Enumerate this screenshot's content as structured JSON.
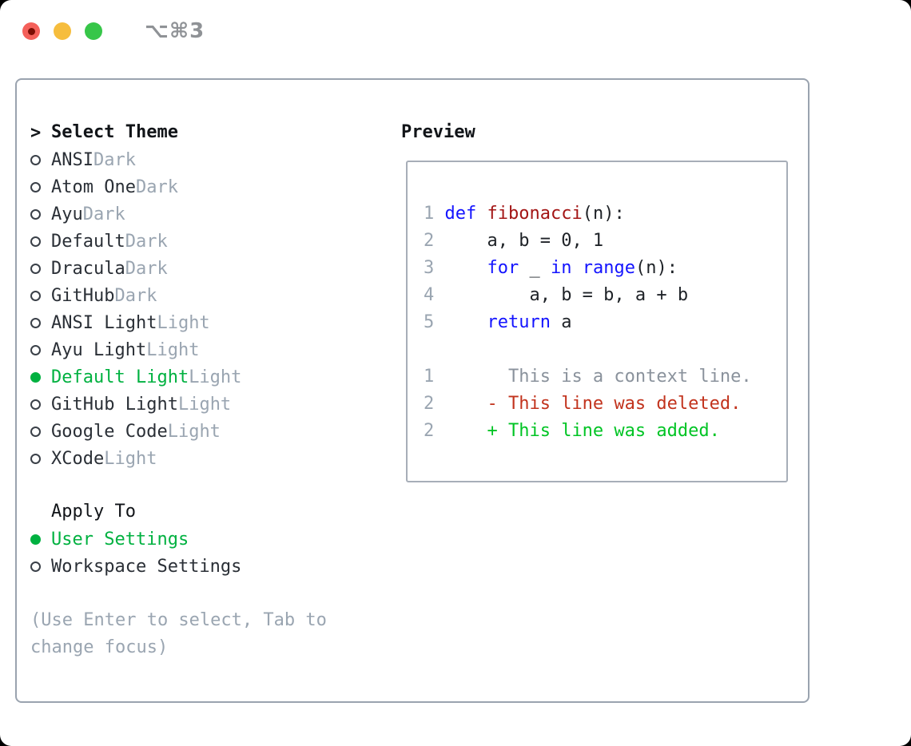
{
  "window": {
    "shortcut": "⌥⌘3"
  },
  "colors": {
    "selection_green": "#00b140",
    "keyword_blue": "#1414ff",
    "function_red": "#a31515",
    "diff_deleted_red": "#c2331d",
    "diff_added_green": "#00c424",
    "muted_gray": "#9aa5b1",
    "panel_border": "#9aa3af",
    "traffic_red": "#f4605a",
    "traffic_yellow": "#f6bd3d",
    "traffic_green": "#37c649"
  },
  "theme_selector": {
    "prefix": ">",
    "title": "Select Theme",
    "items": [
      {
        "name": "ANSI",
        "variant": "Dark",
        "selected": false
      },
      {
        "name": "Atom One",
        "variant": "Dark",
        "selected": false
      },
      {
        "name": "Ayu",
        "variant": "Dark",
        "selected": false
      },
      {
        "name": "Default",
        "variant": "Dark",
        "selected": false
      },
      {
        "name": "Dracula",
        "variant": "Dark",
        "selected": false
      },
      {
        "name": "GitHub",
        "variant": "Dark",
        "selected": false
      },
      {
        "name": "ANSI Light",
        "variant": "Light",
        "selected": false
      },
      {
        "name": "Ayu Light",
        "variant": "Light",
        "selected": false
      },
      {
        "name": "Default Light",
        "variant": "Light",
        "selected": true
      },
      {
        "name": "GitHub Light",
        "variant": "Light",
        "selected": false
      },
      {
        "name": "Google Code",
        "variant": "Light",
        "selected": false
      },
      {
        "name": "XCode",
        "variant": "Light",
        "selected": false
      }
    ]
  },
  "apply_to": {
    "title": "Apply To",
    "options": [
      {
        "label": "User Settings",
        "selected": true
      },
      {
        "label": "Workspace Settings",
        "selected": false
      }
    ]
  },
  "help_text": "(Use Enter to select, Tab to change focus)",
  "preview": {
    "title": "Preview",
    "code_lines": [
      {
        "num": "1",
        "tokens": [
          {
            "text": "def",
            "style": "kw"
          },
          {
            "text": " ",
            "style": "plain"
          },
          {
            "text": "fibonacci",
            "style": "fn"
          },
          {
            "text": "(n):",
            "style": "plain"
          }
        ]
      },
      {
        "num": "2",
        "tokens": [
          {
            "text": "    a, b = 0, 1",
            "style": "plain"
          }
        ]
      },
      {
        "num": "3",
        "tokens": [
          {
            "text": "    ",
            "style": "plain"
          },
          {
            "text": "for",
            "style": "kw"
          },
          {
            "text": " _ ",
            "style": "plain"
          },
          {
            "text": "in",
            "style": "kw"
          },
          {
            "text": " ",
            "style": "plain"
          },
          {
            "text": "range",
            "style": "kw"
          },
          {
            "text": "(n):",
            "style": "plain"
          }
        ]
      },
      {
        "num": "4",
        "tokens": [
          {
            "text": "        a, b = b, a + b",
            "style": "plain"
          }
        ]
      },
      {
        "num": "5",
        "tokens": [
          {
            "text": "    ",
            "style": "plain"
          },
          {
            "text": "return",
            "style": "kw"
          },
          {
            "text": " a",
            "style": "plain"
          }
        ]
      }
    ],
    "diff_lines": [
      {
        "num": "1",
        "marker": " ",
        "text": "This is a context line.",
        "type": "context"
      },
      {
        "num": "2",
        "marker": "-",
        "text": "This line was deleted.",
        "type": "deleted"
      },
      {
        "num": "2",
        "marker": "+",
        "text": "This line was added.",
        "type": "added"
      }
    ]
  }
}
